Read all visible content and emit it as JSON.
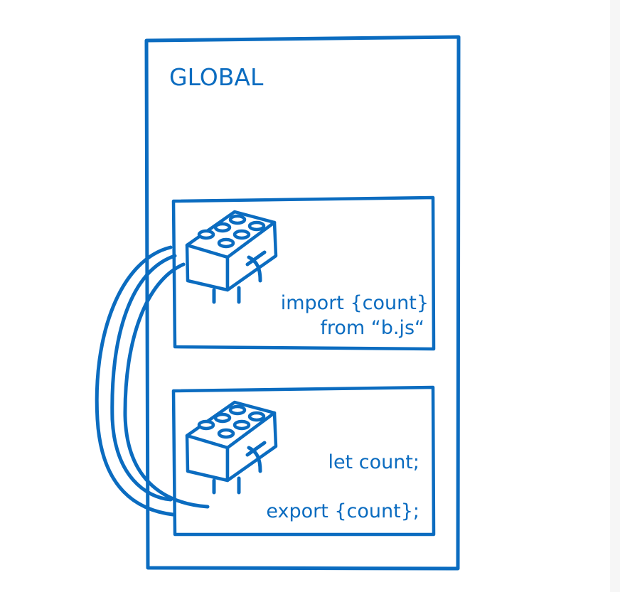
{
  "diagram": {
    "global_label": "GLOBAL",
    "module_a": {
      "line1": "import {count}",
      "line2": "from “b.js“"
    },
    "module_b": {
      "line1": "let count;",
      "line2": "export {count};"
    },
    "colors": {
      "stroke": "#0b6cc0",
      "background": "#ffffff"
    },
    "icons": [
      "lego-brick-icon",
      "lego-brick-icon",
      "connection-tube"
    ]
  }
}
